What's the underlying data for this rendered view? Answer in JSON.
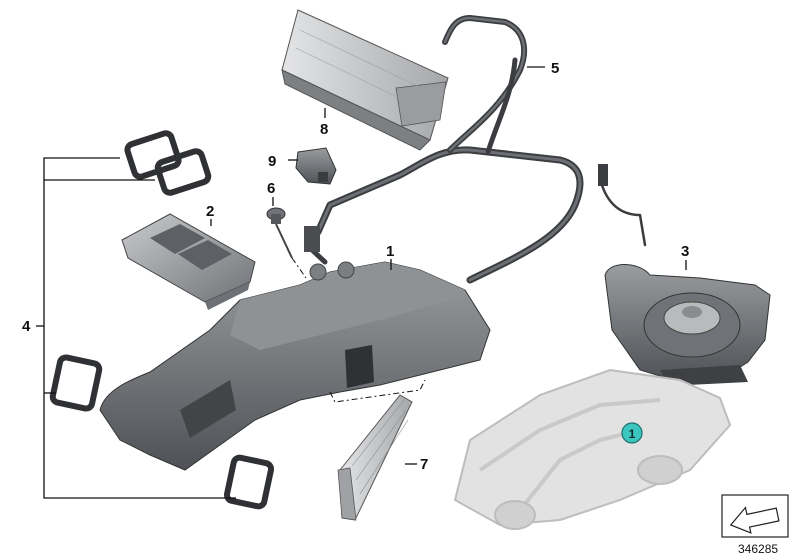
{
  "callouts": {
    "c1": "1",
    "c2": "2",
    "c3": "3",
    "c4": "4",
    "c5": "5",
    "c6": "6",
    "c7": "7",
    "c8": "8",
    "c9": "9"
  },
  "location_marker": "1",
  "diagram_number": "346285",
  "colors": {
    "part_dark": "#5d6064",
    "part_mid": "#8a8d90",
    "part_light": "#b6b8ba",
    "hose": "#3b3d40",
    "marker": "#3cc6c0",
    "body_shell": "#d9d9d9"
  },
  "icons": [
    "orientation-arrow-icon"
  ]
}
